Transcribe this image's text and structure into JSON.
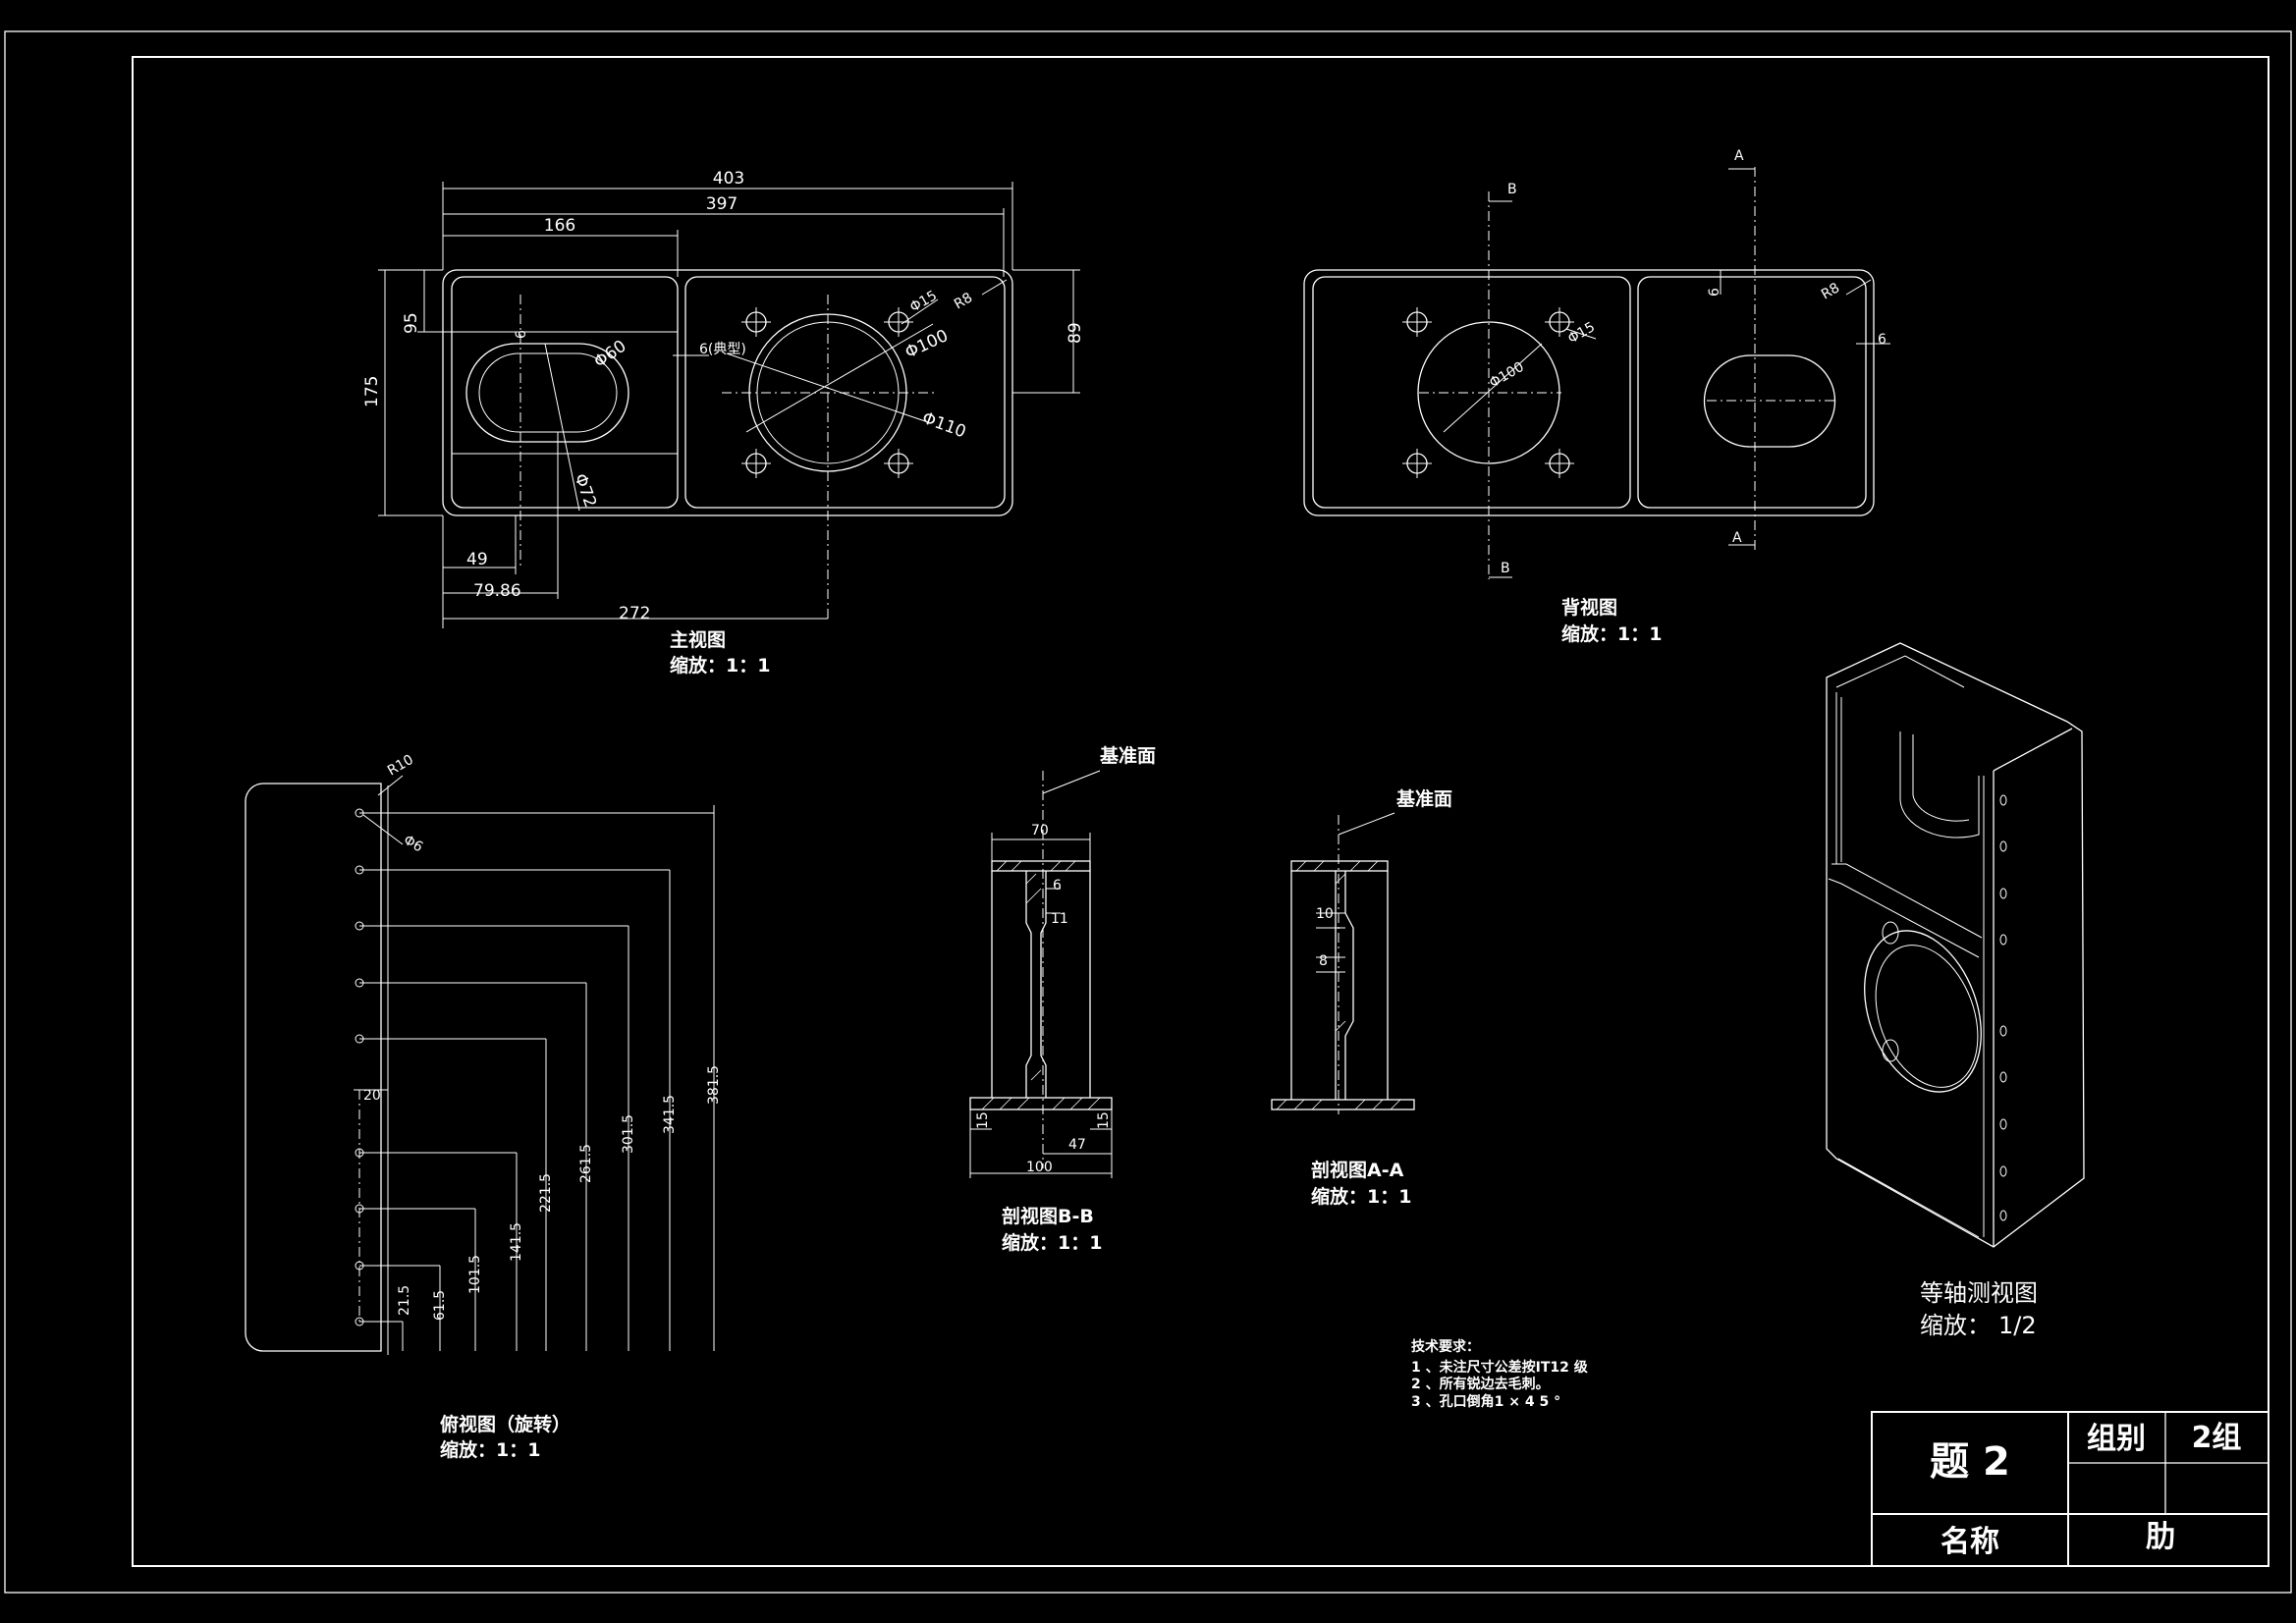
{
  "views": {
    "front": {
      "title": "主视图",
      "scale": "缩放：1：1"
    },
    "back": {
      "title": "背视图",
      "scale": "缩放：1：1"
    },
    "top": {
      "title": "俯视图（旋转）",
      "scale": "缩放：1：1"
    },
    "section_bb": {
      "title": "剖视图B-B",
      "scale": "缩放：1：1"
    },
    "section_aa": {
      "title": "剖视图A-A",
      "scale": "缩放：1：1"
    },
    "iso": {
      "title": "等轴测视图",
      "scale": "缩放：",
      "scale_value": "1/2"
    }
  },
  "dims_front": [
    "403",
    "397",
    "166",
    "95",
    "175",
    "89",
    "6",
    "Φ60",
    "Φ72",
    "6(典型)",
    "Φ15",
    "R8",
    "Φ100",
    "Φ110",
    "49",
    "79.86",
    "272"
  ],
  "dims_back": [
    "B",
    "B",
    "A",
    "A",
    "6",
    "R8",
    "6",
    "Φ15",
    "Φ100"
  ],
  "dims_top": [
    "R10",
    "Φ6",
    "20",
    "21.5",
    "61.5",
    "101.5",
    "141.5",
    "221.5",
    "261.5",
    "301.5",
    "341.5",
    "381.5"
  ],
  "dims_bb": [
    "基准面",
    "70",
    "6",
    "11",
    "15",
    "15",
    "47",
    "100"
  ],
  "dims_aa": [
    "基准面",
    "10",
    "8"
  ],
  "tech_notes": {
    "heading": "技术要求：",
    "lines": [
      "1  、未注尺寸公差按IT12      级",
      "2  、所有锐边去毛刺。",
      "3  、孔口倒角1 × 4 5 °"
    ]
  },
  "title_block": {
    "title": "题 2",
    "group_label": "组别",
    "group_value": "2组",
    "name_label": "名称",
    "name_value": "肋"
  }
}
